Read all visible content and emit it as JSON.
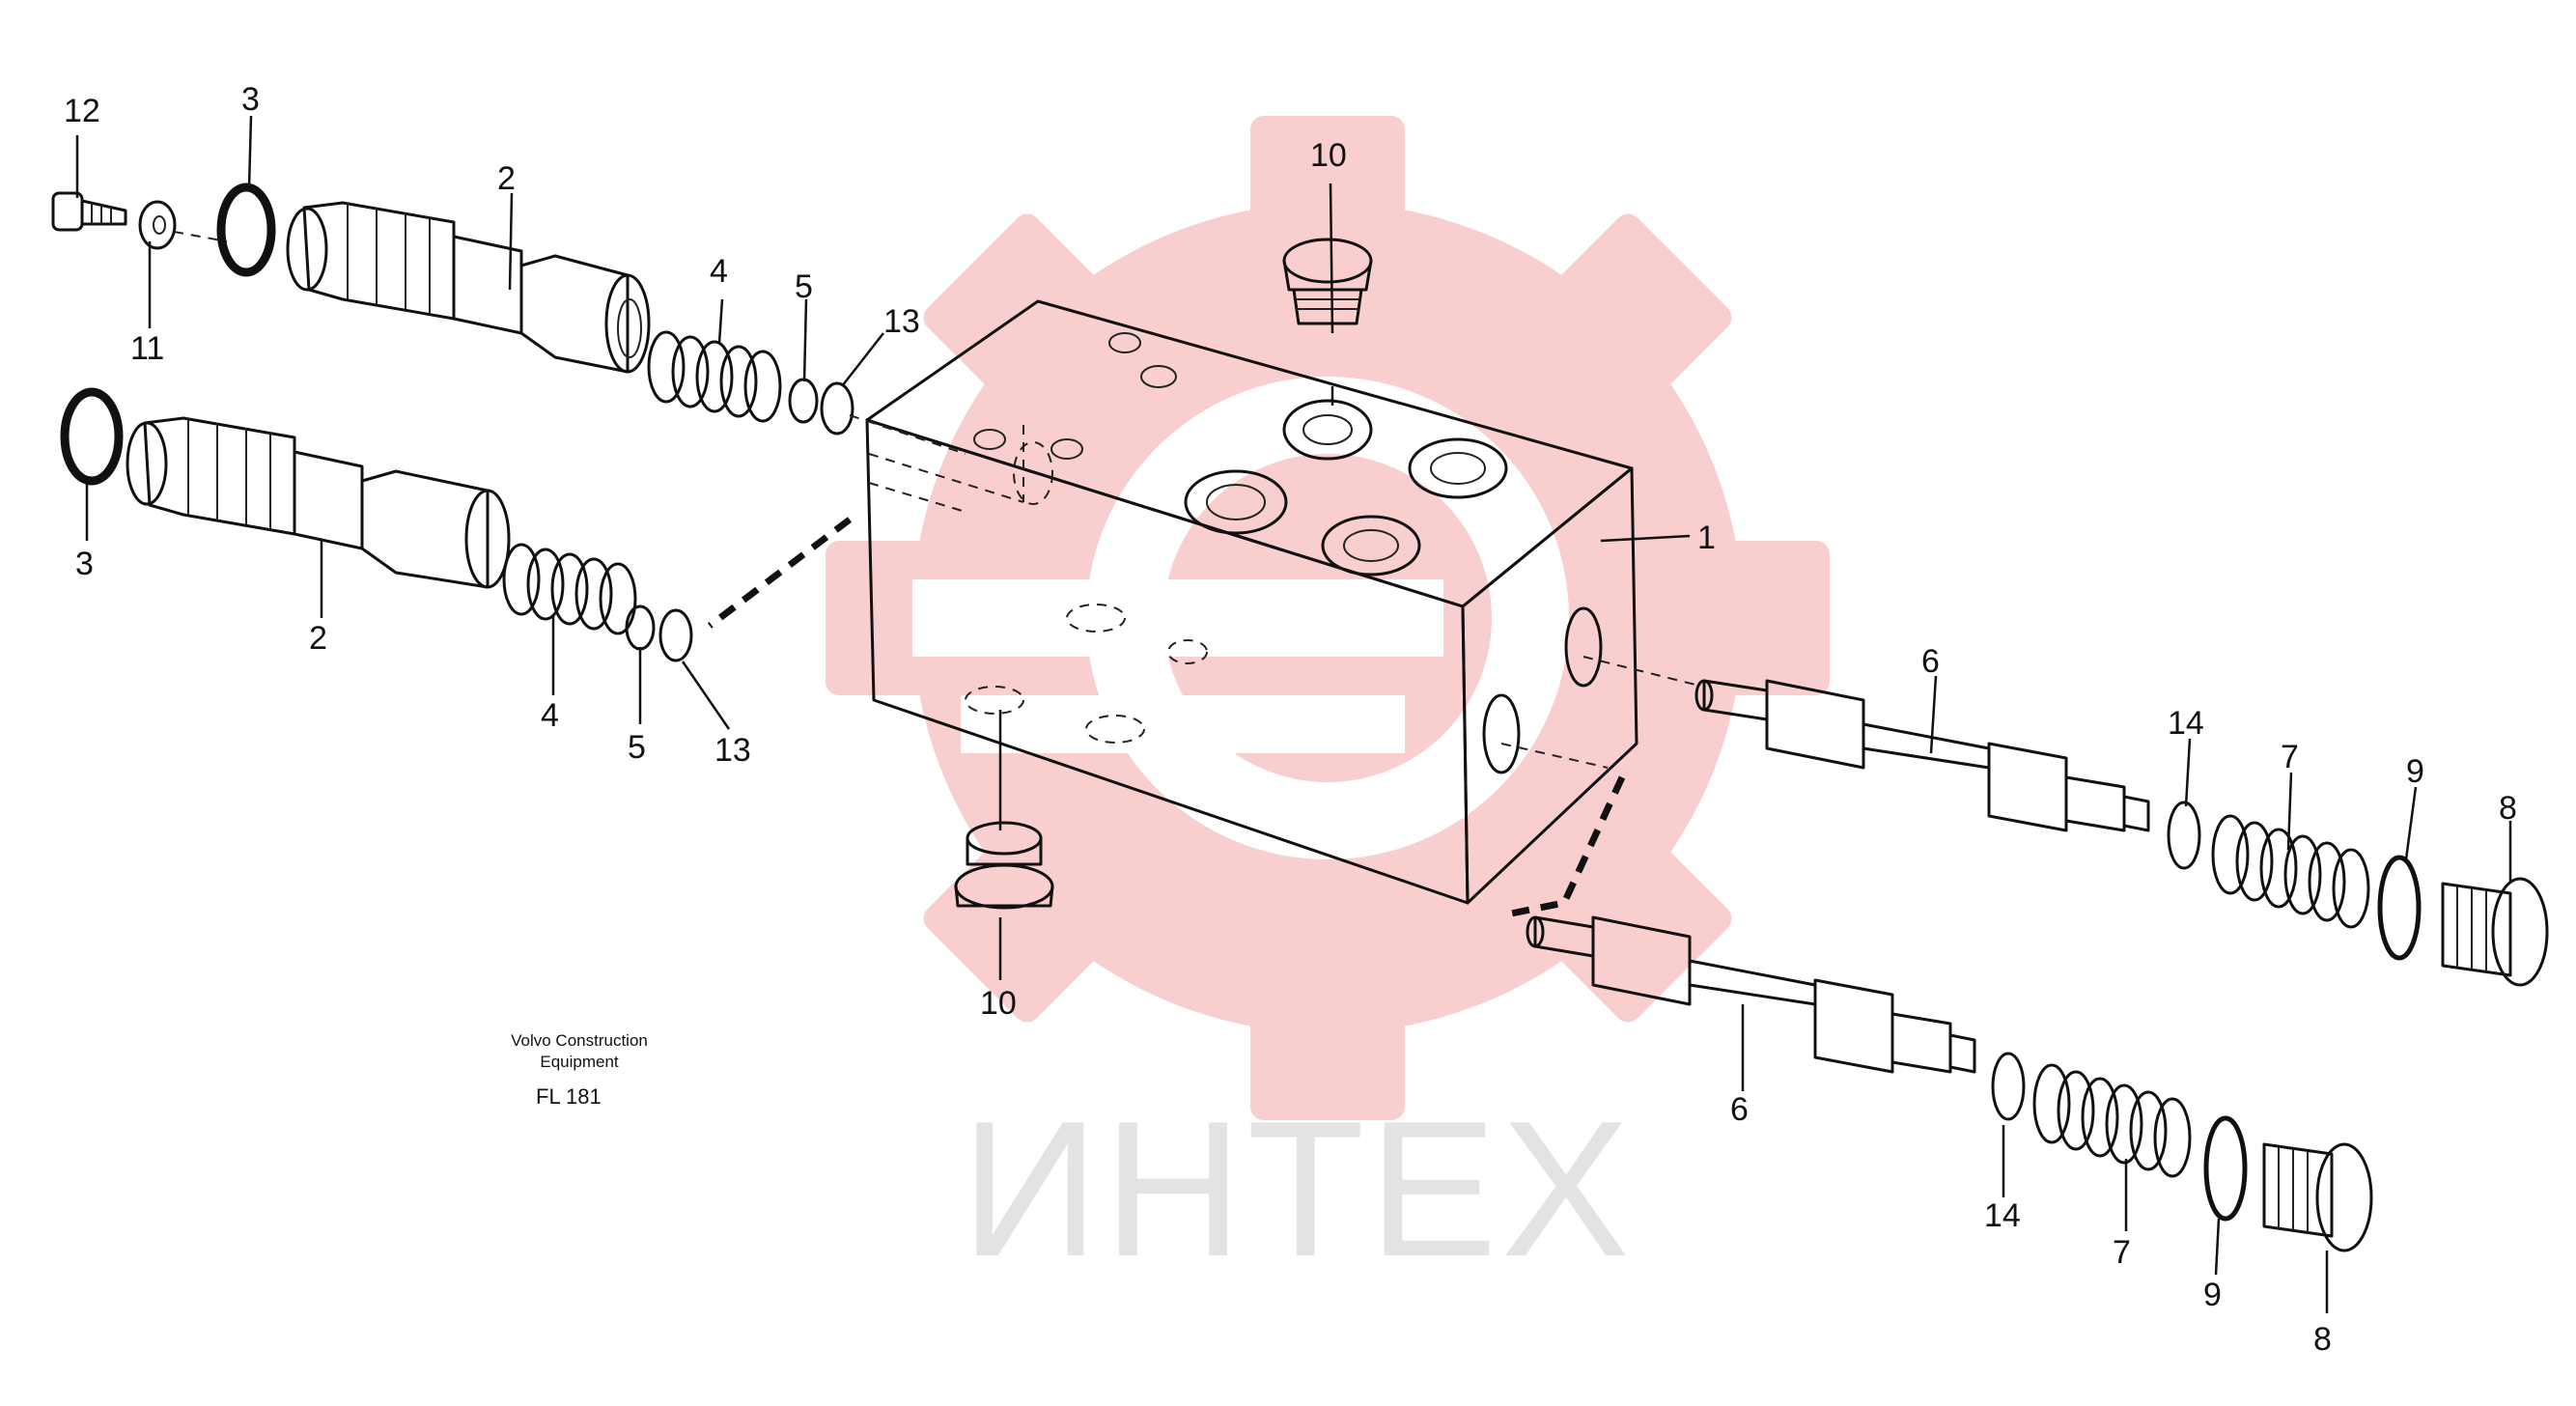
{
  "colors": {
    "watermark_gear": "#f7c6c6",
    "watermark_text": "#e3e3e3",
    "line": "#111111"
  },
  "watermark": {
    "text": "ИНТЕХ"
  },
  "caption": {
    "line1": "Volvo Construction",
    "line2": "Equipment",
    "code": "FL 181"
  },
  "callouts": [
    {
      "id": "c12",
      "label": "12"
    },
    {
      "id": "c3a",
      "label": "3"
    },
    {
      "id": "c2a",
      "label": "2"
    },
    {
      "id": "c11",
      "label": "11"
    },
    {
      "id": "c4a",
      "label": "4"
    },
    {
      "id": "c5a",
      "label": "5"
    },
    {
      "id": "c13a",
      "label": "13"
    },
    {
      "id": "c3b",
      "label": "3"
    },
    {
      "id": "c2b",
      "label": "2"
    },
    {
      "id": "c4b",
      "label": "4"
    },
    {
      "id": "c5b",
      "label": "5"
    },
    {
      "id": "c13b",
      "label": "13"
    },
    {
      "id": "c10a",
      "label": "10"
    },
    {
      "id": "c1",
      "label": "1"
    },
    {
      "id": "c10b",
      "label": "10"
    },
    {
      "id": "c6a",
      "label": "6"
    },
    {
      "id": "c14a",
      "label": "14"
    },
    {
      "id": "c7a",
      "label": "7"
    },
    {
      "id": "c9a",
      "label": "9"
    },
    {
      "id": "c8a",
      "label": "8"
    },
    {
      "id": "c6b",
      "label": "6"
    },
    {
      "id": "c14b",
      "label": "14"
    },
    {
      "id": "c7b",
      "label": "7"
    },
    {
      "id": "c9b",
      "label": "9"
    },
    {
      "id": "c8b",
      "label": "8"
    }
  ]
}
